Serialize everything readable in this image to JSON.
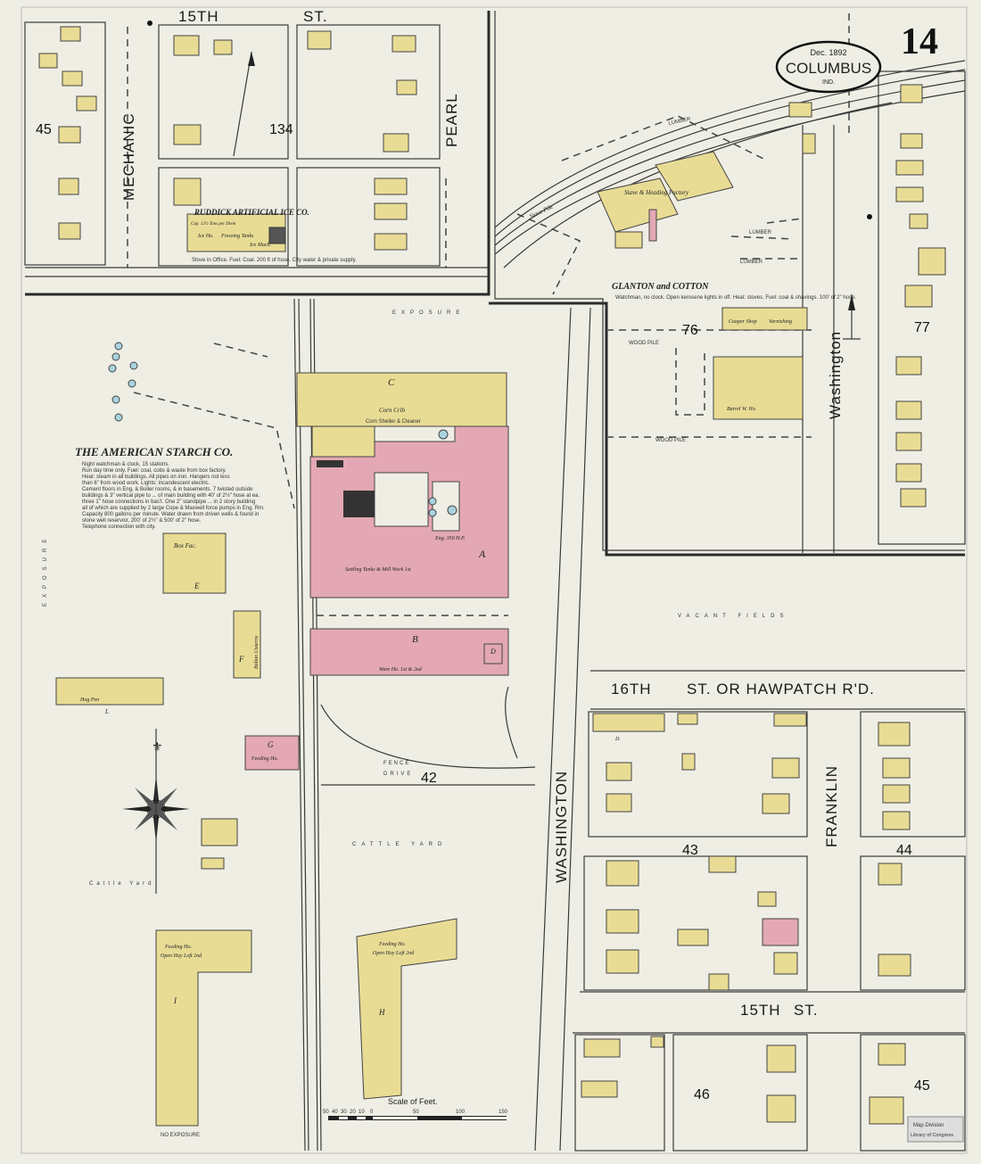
{
  "sheet": {
    "number": "14",
    "city": "COLUMBUS",
    "state": "IND.",
    "date": "Dec. 1892",
    "stamp_lines": [
      "Map Division",
      "Library of Congress"
    ]
  },
  "colors": {
    "paper": "#efeee4",
    "frame_brick": "#e8dc95",
    "brick": "#e3a8b3",
    "water_tank": "#a9d3e0",
    "lines": "#3a3a3a"
  },
  "streets": {
    "fifteenth_top": "15TH",
    "st": "ST.",
    "mechanic": "MECHANIC",
    "pearl": "PEARL",
    "washington_upper": "Washington",
    "washington_lower": "WASHINGTON",
    "sixteenth": "16TH",
    "sixteenth_rest": "ST. OR HAWPATCH R'D.",
    "franklin": "FRANKLIN",
    "fifteenth_bottom": "15TH",
    "drive": "DRIVE",
    "fence": "FENCE"
  },
  "blocks": [
    "45",
    "134",
    "76",
    "77",
    "42",
    "43",
    "44",
    "45",
    "46"
  ],
  "labels": {
    "ice_co": "RUDDICK ARTIFICIAL ICE CO.",
    "ice_capacity": "Cap. 12½ Tons per Diem",
    "ice_house": "Ice Ho.",
    "freezing_tanks": "Freezing Tanks",
    "ice_mach": "Ice Mach.",
    "ice_notes": "Stove in Office. Fuel: Coal. 200 ft of hose. City water & private supply.",
    "starch_co": "THE AMERICAN STARCH CO.",
    "starch_notes": [
      "Night watchman & clock, 15 stations.",
      "Run day time only. Fuel: coal, cobs & waste from box factory.",
      "Heat: steam in all buildings. All pipes on iron. Hangers not less",
      "than 6\" from wood work. Lights: incandescent electric.",
      "Cement floors in Eng. & Boiler rooms, & in basements. 7 twisted outside",
      "buildings & 3\" vertical pipe to ... of main building with 40' of 2½\" hose at ea.",
      "three 1\" hose connections in bas't. One 2\" standpipe ... in 2 story building",
      "all of which are supplied by 2 large Cope & Maxwell force pumps in Eng. Rm.",
      "Capacity 800 gallons per minute. Water drawn from driven wells & found in",
      "stone well reservoir, 200' of 2½\" & 500' of 2\" hose.",
      "Telephone connection with city."
    ],
    "corn_crib": "Corn Crib",
    "corn_sheller": "Corn Sheller & Cleaner",
    "bldg_a": "A",
    "bldg_b": "B",
    "bldg_c": "C",
    "bldg_d": "D",
    "bldg_e": "E",
    "bldg_f": "F",
    "bldg_g": "G",
    "bldg_h": "H",
    "bldg_i": "I",
    "bldg_l": "L",
    "ware_ho": "Ware Ho. 1st & 2nd",
    "settling": "Settling Tanks & Mill Work 1st",
    "eng": "Eng. 350 H.P.",
    "box_fac": "Box Fac.",
    "bolton": "Bolton Cisterns",
    "hog_pen": "Hog Pen",
    "feeding_g": "Feeding Ho.",
    "feeding_open": "Feeding Ho.",
    "open_loft": "Open Hay Loft 2nd",
    "cattle_yard": "CATTLE YARD",
    "cattle_yard_left": "Cattle Yard",
    "exposure": "EXPOSURE",
    "no_exposure": "NO EXPOSURE",
    "vacant_fields": "VACANT FIELDS",
    "glanton": "GLANTON and COTTON",
    "glanton_notes": "Watchman, no clock. Open kerosene lights in off. Heat: stoves. Fuel: coal & shavings. 100' of 2\" hose.",
    "stave_factory": "Stave & Heading Factory",
    "stave_pile": "Stave Pile",
    "lumber": "LUMBER",
    "wood_pile": "WOOD PILE",
    "cooper_shop": "Cooper Shop",
    "varnishing": "Varnishing",
    "barrel_wh": "Barrel W. Ho.",
    "dwelling": "D."
  },
  "scale": {
    "title": "Scale of Feet.",
    "ticks": [
      "50",
      "40",
      "30",
      "20",
      "10",
      "0",
      "50",
      "100",
      "150"
    ]
  }
}
